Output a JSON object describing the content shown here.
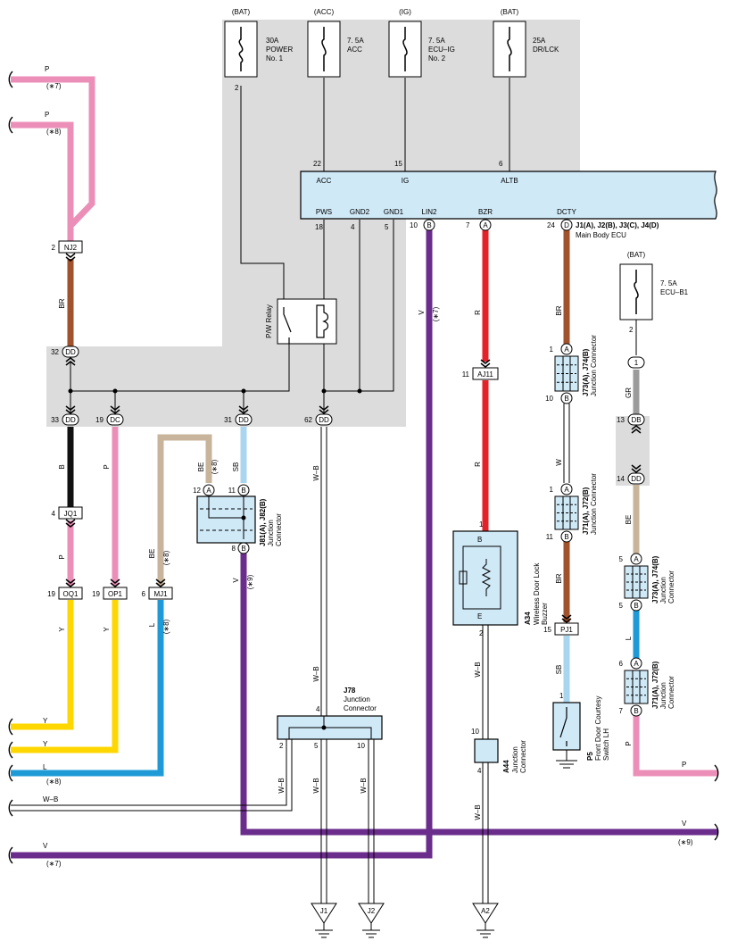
{
  "fuses": {
    "f30a": {
      "source": "(BAT)",
      "label": "30A\nPOWER\nNo. 1",
      "pin": "2"
    },
    "f75acc": {
      "source": "(ACC)",
      "label": "7. 5A\nACC"
    },
    "f75ig": {
      "source": "(IG)",
      "label": "7. 5A\nECU–IG\nNo. 2"
    },
    "f25a": {
      "source": "(BAT)",
      "label": "25A\nDR/LCK"
    },
    "fecub1": {
      "source": "(BAT)",
      "label": "7. 5A\nECU–B1",
      "pin": "2"
    }
  },
  "ecu": {
    "top_pins": [
      {
        "num": "22",
        "name": "ACC"
      },
      {
        "num": "15",
        "name": "IG"
      },
      {
        "num": "6",
        "name": "ALTB"
      }
    ],
    "bottom_pins": [
      {
        "num": "18",
        "name": "PWS"
      },
      {
        "num": "4",
        "name": "GND2"
      },
      {
        "num": "5",
        "name": "GND1"
      },
      {
        "num": "10",
        "name": "LIN2",
        "letter": "B"
      },
      {
        "num": "7",
        "name": "BZR",
        "letter": "A"
      },
      {
        "num": "24",
        "name": "DCTY",
        "letter": "D"
      }
    ],
    "code": "J1(A), J2(B), J3(C), J4(D)",
    "name": "Main Body ECU"
  },
  "relay": {
    "name": "P/W Relay"
  },
  "wire_colors": {
    "P": "#ec8fb8",
    "BR": "#a0522d",
    "B": "#111111",
    "Y": "#ffd700",
    "L": "#1e9bd7",
    "BE": "#c7b49a",
    "SB": "#a9d5ee",
    "V": "#6b2d8c",
    "R": "#e32229",
    "GR": "#9b9b9b",
    "WB": "#ffffff"
  },
  "connectors": {
    "nj2": {
      "pin": "2",
      "label": "NJ2"
    },
    "dd32": {
      "pin": "32",
      "label": "DD"
    },
    "dd33": {
      "pin": "33",
      "label": "DD"
    },
    "dc19": {
      "pin": "19",
      "label": "DC"
    },
    "dd31": {
      "pin": "31",
      "label": "DD"
    },
    "dd62": {
      "pin": "62",
      "label": "DD"
    },
    "jq1": {
      "pin": "4",
      "label": "JQ1"
    },
    "oq1": {
      "pin": "19",
      "label": "OQ1"
    },
    "op1": {
      "pin": "19",
      "label": "OP1"
    },
    "mj1": {
      "pin": "6",
      "label": "MJ1"
    },
    "aj11": {
      "pin": "11",
      "label": "AJ11"
    },
    "pj1": {
      "pin": "15",
      "label": "PJ1"
    },
    "c1": {
      "label": "1"
    },
    "db13": {
      "pin": "13",
      "label": "DB"
    },
    "dd14": {
      "pin": "14",
      "label": "DD"
    }
  },
  "junctions": {
    "j81": {
      "pin_a": "12",
      "pin_b": "11",
      "pin_c": "8",
      "name": "J81(A), J82(B)",
      "desc": "Junction\nConnector"
    },
    "j73a": {
      "pin_a": "1",
      "pin_b": "10",
      "name": "J73(A), J74(B)",
      "desc": "Junction Connector"
    },
    "j71a": {
      "pin_a": "1",
      "pin_b": "11",
      "name": "J71(A), J72(B)",
      "desc": "Junction Connector"
    },
    "j73b": {
      "pin_a": "5",
      "pin_b": "5",
      "name": "J73(A), J74(B)",
      "desc": "Junction\nConnector"
    },
    "j71b": {
      "pin_a": "6",
      "pin_b": "7",
      "name": "J71(A), J72(B)",
      "desc": "Junction\nConnector"
    },
    "j78": {
      "name": "J78",
      "desc": "Junction\nConnector",
      "pins": [
        "4",
        "2",
        "5",
        "10"
      ]
    },
    "a44": {
      "name": "A44",
      "desc": "Junction\nConnector",
      "pins": [
        "10",
        "4"
      ]
    }
  },
  "buzzer": {
    "name": "A34",
    "desc": "Wireless Door Lock\nBuzzer",
    "pins": [
      "1",
      "2"
    ],
    "terms": [
      "B",
      "E"
    ]
  },
  "switch": {
    "name": "P5",
    "desc": "Front Door Courtesy\nSwitch LH",
    "pin": "1"
  },
  "grounds": [
    "J1",
    "J2",
    "A2"
  ],
  "labels": {
    "p": "P",
    "br": "BR",
    "b": "B",
    "y": "Y",
    "l": "L",
    "be": "BE",
    "sb": "SB",
    "v": "V",
    "r": "R",
    "w": "W",
    "wb": "W–B",
    "gr": "GR",
    "n7": "(∗7)",
    "n8": "(∗8)",
    "n9": "(∗9)",
    "a": "A",
    "bb": "B",
    "d": "D"
  }
}
